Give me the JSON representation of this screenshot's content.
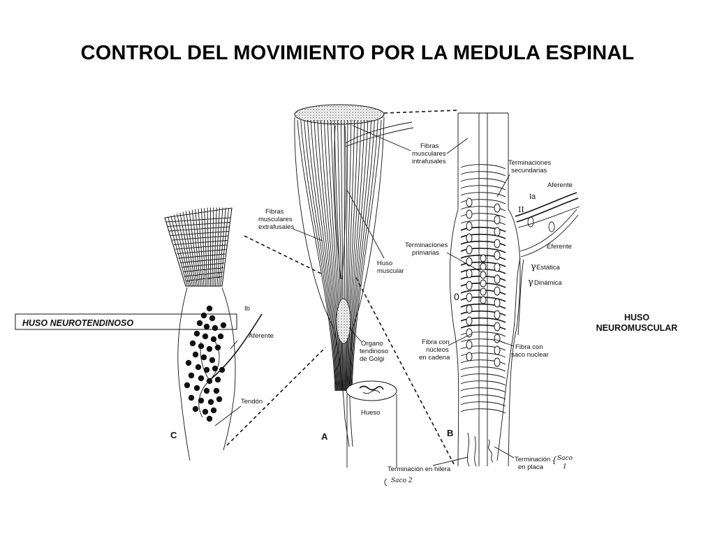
{
  "slide": {
    "title": "CONTROL DEL MOVIMIENTO POR LA MEDULA ESPINAL",
    "caption_left": "HUSO NEUROTENDINOSO",
    "caption_right_line1": "HUSO",
    "caption_right_line2": "NEUROMUSCULAR"
  },
  "panel_c": {
    "letter": "C",
    "label_ib": "Ib",
    "label_aferente": "Aferente",
    "label_tendon": "Tendón",
    "label_fibras_1": "Fibras",
    "label_fibras_2": "musculares",
    "label_fibras_3": "extrafusales"
  },
  "panel_a": {
    "letter": "A",
    "label_huso_1": "Huso",
    "label_huso_2": "muscular",
    "label_organo_1": "Órgano",
    "label_organo_2": "tendinoso",
    "label_organo_3": "de Golgi",
    "label_hueso": "Hueso"
  },
  "panel_b": {
    "letter": "B",
    "label_fibras_intra_1": "Fibras",
    "label_fibras_intra_2": "musculares",
    "label_fibras_intra_3": "intrafusales",
    "label_term_sec_1": "Terminaciones",
    "label_term_sec_2": "secundarias",
    "label_aferente": "Aferente",
    "label_ia": "Ia",
    "label_ii": "II",
    "label_eferente": "Eferente",
    "label_term_prim_1": "Terminaciones",
    "label_term_prim_2": "primarias",
    "label_gamma_estatica": "Estática",
    "label_gamma_dinamica": "Dinámica",
    "label_fibra_nucleos_1": "Fibra con",
    "label_fibra_nucleos_2": "núcleos",
    "label_fibra_nucleos_3": "en cadena",
    "label_fibra_saco_1": "Fibra con",
    "label_fibra_saco_2": "saco nuclear",
    "label_term_hilera": "Terminación en hilera",
    "label_term_placa_1": "Terminación",
    "label_term_placa_2": "en placa",
    "hand_saco2": "Saco 2",
    "hand_saco1_1": "Saco",
    "hand_saco1_2": "1"
  }
}
